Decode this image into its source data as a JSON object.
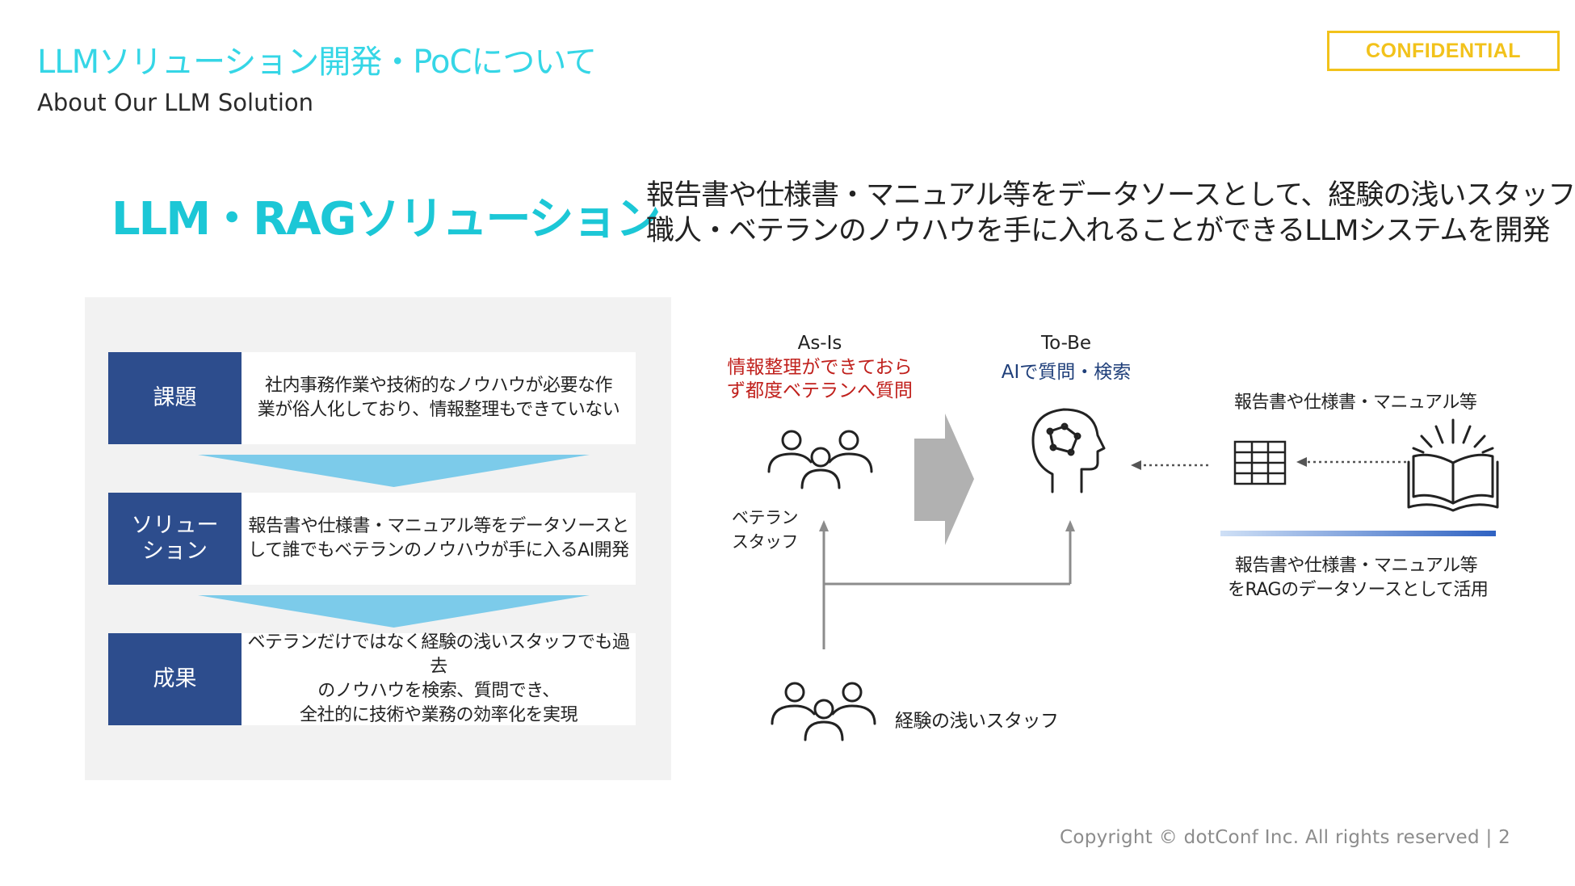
{
  "header": {
    "title": "LLMソリューション開発・PoCについて",
    "subtitle": "About Our LLM Solution",
    "badge": "CONFIDENTIAL"
  },
  "section": {
    "title": "LLM・RAGソリューション",
    "lead_line1": "報告書や仕様書・マニュアル等をデータソースとして、経験の浅いスタッフでも",
    "lead_line2": "職人・ベテランのノウハウを手に入れることができるLLMシステムを開発"
  },
  "flow": [
    {
      "label": "課題",
      "text": "社内事務作業や技術的なノウハウが必要な作\n業が俗人化しており、情報整理もできていない"
    },
    {
      "label": "ソリュー\nション",
      "text": "報告書や仕様書・マニュアル等をデータソースと\nして誰でもベテランのノウハウが手に入るAI開発"
    },
    {
      "label": "成果",
      "text": "ベテランだけではなく経験の浅いスタッフでも過去\nのノウハウを検索、質問でき、\n全社的に技術や業務の効率化を実現"
    }
  ],
  "diagram": {
    "asis_title": "As-Is",
    "asis_note_1": "情報整理ができておら",
    "asis_note_2": "ず都度ベテランへ質問",
    "tobe_title": "To-Be",
    "tobe_note": "AIで質問・検索",
    "veteran_1": "ベテラン",
    "veteran_2": "スタッフ",
    "junior": "経験の浅いスタッフ",
    "docs_top": "報告書や仕様書・マニュアル等",
    "docs_bottom_1": "報告書や仕様書・マニュアル等",
    "docs_bottom_2": "をRAGのデータソースとして活用"
  },
  "icons": [
    "people-icon",
    "ai-head-icon",
    "table-icon",
    "open-book-icon"
  ],
  "colors": {
    "accent": "#1cc7d6",
    "navy": "#2d4d8d",
    "badge": "#f2c21b",
    "asis_red": "#c0201c",
    "tobe_navy": "#1f3f7a",
    "chevron": "#7ccbea"
  },
  "footer": "Copyright © dotConf Inc. All rights reserved | 2"
}
